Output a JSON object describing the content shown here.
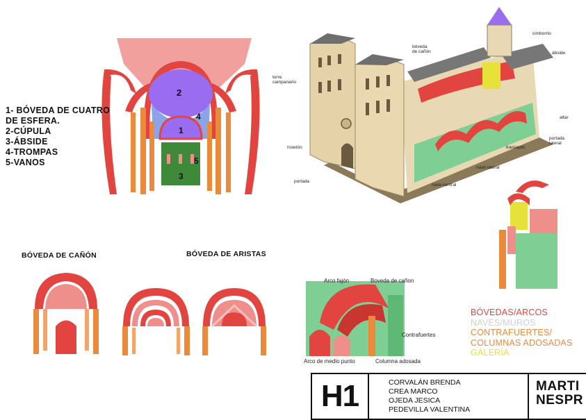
{
  "dome_legend": {
    "items": [
      "1- BÓVEDA DE CUATRO",
      "DE ESFERA.",
      "2-CÚPULA",
      "3-ÁBSIDE",
      "4-TROMPAS",
      "5-VANOS"
    ],
    "markers": [
      "2",
      "4",
      "1",
      "5",
      "3"
    ]
  },
  "church_labels": {
    "torre": "torre\ncampanario",
    "boveda": "bóveda\nde cañón",
    "cimborrio": "cimborrio",
    "abside": "ábside",
    "altar": "altar",
    "portada_lateral": "portada\nlateral",
    "transepto": "transepto",
    "roseton": "rosetón",
    "nave_lateral": "nave lateral",
    "nave_central": "nave central",
    "portada": "portada"
  },
  "vault_captions": {
    "canon": "BÓVEDA DE CAÑÓN",
    "aristas": "BÓVEDA DE ARISTAS"
  },
  "detail_labels": {
    "arco_fajon": "Arco fajón",
    "boveda_canon": "Boveda de cañon",
    "contrafuertes": "Contrafuertes",
    "arco_medio_punto": "Arco de medio punto",
    "columna_adosada": "Columna adosada"
  },
  "color_legend": [
    {
      "text": "BÓVEDAS/ARCOS",
      "color": "#e2453f"
    },
    {
      "text": "NAVES/MUROS",
      "color": "#d8d8d8"
    },
    {
      "text": "CONTRAFUERTES/",
      "color": "#ec8a3c"
    },
    {
      "text": "COLUMNAS ADOSADAS",
      "color": "#ec8a3c"
    },
    {
      "text": "GALERÍA",
      "color": "#e6e23a"
    }
  ],
  "title_block": {
    "code": "H1",
    "names": [
      "CORVALÁN BRENDA",
      "CREA MARCO",
      "OJEDA JESICA",
      "PEDEVILLA VALENTINA"
    ],
    "teacher_line1": "MARTI",
    "teacher_line2": "NESPR"
  },
  "colors": {
    "vault_red": "#e2453f",
    "pink": "#ef8f8c",
    "orange": "#ec8a3c",
    "purple": "#9a6cf0",
    "blue": "#8aa4e8",
    "green": "#3f8a3a",
    "yellow": "#e6e23a",
    "light_green": "#7fcf94"
  }
}
